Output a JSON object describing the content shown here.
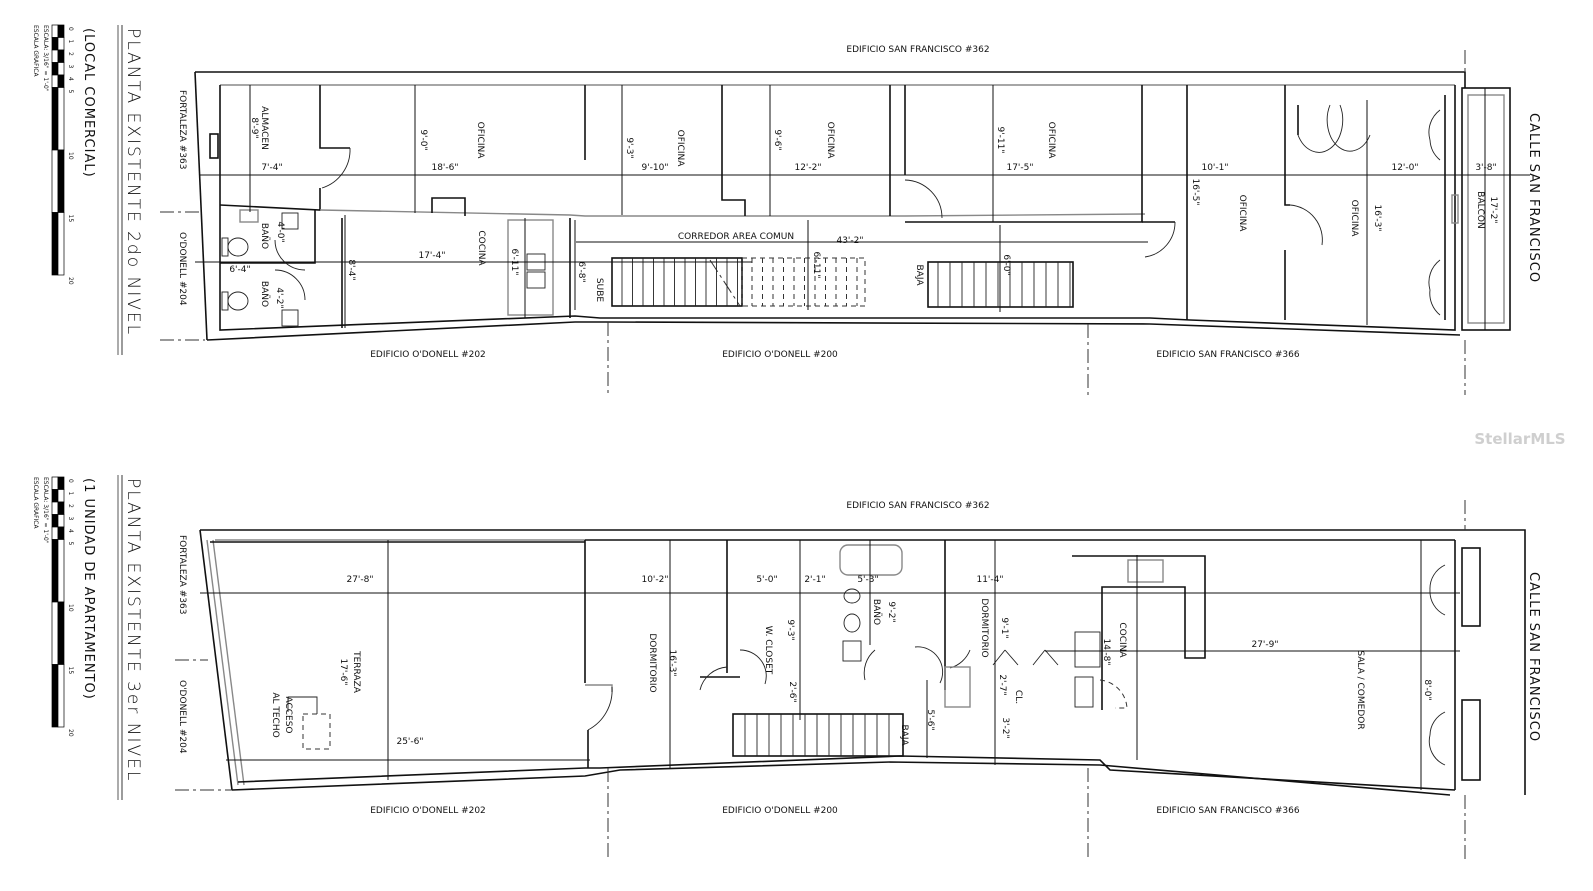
{
  "plans": [
    {
      "title": "PLANTA EXISTENTE 2do NIVEL",
      "subtitle": "(LOCAL COMERCIAL)",
      "scale": "ESCALA: 3/16\" = 1'-0\"",
      "scale_caption": "ESCALA GRAFICA",
      "scale_ticks": [
        "0",
        "1",
        "2",
        "3",
        "4",
        "5",
        "10",
        "15",
        "20"
      ],
      "neighbors": {
        "top": "EDIFICIO SAN FRANCISCO #362",
        "left_upper": "FORTALEZA #363",
        "left_lower": "O'DONELL #204",
        "bottom_left": "EDIFICIO O'DONELL #202",
        "bottom_mid": "EDIFICIO O'DONELL #200",
        "bottom_right": "EDIFICIO SAN FRANCISCO #366",
        "right": "CALLE SAN FRANCISCO"
      },
      "labels": {
        "almacen": "ALMACEN",
        "almacen_d1": "8'-9\"",
        "almacen_d2": "7'-4\"",
        "of1": "OFICINA",
        "of1_d1": "9'-0\"",
        "of1_d2": "18'-6\"",
        "of2": "OFICINA",
        "of2_d1": "9'-3\"",
        "of2_d2": "9'-10\"",
        "of3": "OFICINA",
        "of3_d1": "9'-6\"",
        "of3_d2": "12'-2\"",
        "of4": "OFICINA",
        "of4_d1": "9'-11\"",
        "of4_d2": "17'-5\"",
        "d_10_1": "10'-1\"",
        "d_12_0": "12'-0\"",
        "d_3_8": "3'-8\"",
        "of5": "OFICINA",
        "of5_d": "16'-5\"",
        "of6": "OFICINA",
        "of6_d": "16'-3\"",
        "balcon": "BALCON",
        "balcon_d": "17'-2\"",
        "corredor": "CORREDOR  AREA COMUN",
        "corredor_d": "43'-2\"",
        "bano1": "BAÑO",
        "bano1_d1": "4'-0\"",
        "bano1_d2": "6'-4\"",
        "bano2": "BAÑO",
        "bano2_d": "4'-2\"",
        "cocina": "COCINA",
        "cocina_d1": "8'-4\"",
        "cocina_d2": "17'-4\"",
        "cocina_d3": "6'-11\"",
        "stair_d1": "6'-8\"",
        "sube": "SUBE",
        "stair_d2": "6'-11\"",
        "baja": "BAJA",
        "stair_d3": "6'-0\""
      }
    },
    {
      "title": "PLANTA EXISTENTE 3er NIVEL",
      "subtitle": "(1 UNIDAD DE APARTAMENTO)",
      "scale": "ESCALA: 3/16\" = 1'-0\"",
      "scale_caption": "ESCALA GRAFICA",
      "scale_ticks": [
        "0",
        "1",
        "2",
        "3",
        "4",
        "5",
        "10",
        "15",
        "20"
      ],
      "neighbors": {
        "top": "EDIFICIO SAN FRANCISCO #362",
        "left_upper": "FORTALEZA #363",
        "left_lower": "O'DONELL #204",
        "bottom_left": "EDIFICIO O'DONELL #202",
        "bottom_mid": "EDIFICIO O'DONELL #200",
        "bottom_right": "EDIFICIO SAN FRANCISCO #366",
        "right": "CALLE SAN FRANCISCO"
      },
      "labels": {
        "terraza": "TERRAZA",
        "terraza_d1": "27'-8\"",
        "terraza_d2": "17'-6\"",
        "terraza_d3": "25'-6\"",
        "acceso1": "ACCESO",
        "acceso2": "AL TECHO",
        "dorm1": "DORMITORIO",
        "dorm1_d1": "10'-2\"",
        "dorm1_d2": "16'-3\"",
        "closet": "W. CLOSET",
        "closet_d1": "5'-0\"",
        "closet_d2": "9'-3\"",
        "d_2_1": "2'-1\"",
        "d_2_6": "2'-6\"",
        "bano": "BAÑO",
        "bano_d1": "5'-3\"",
        "bano_d2": "9'-2\"",
        "dorm2": "DORMITORIO",
        "dorm2_d1": "11'-4\"",
        "dorm2_d2": "9'-1\"",
        "d_2_7": "2'-7\"",
        "cl": "CL.",
        "d_5_6": "5'-6\"",
        "d_3_2": "3'-2\"",
        "baja": "BAJA",
        "cocina": "COCINA",
        "cocina_d": "14'-8\"",
        "sala": "SALA / COMEDOR",
        "sala_d1": "27'-9\"",
        "sala_d2": "8'-0\""
      }
    }
  ],
  "watermark": "StellarMLS"
}
